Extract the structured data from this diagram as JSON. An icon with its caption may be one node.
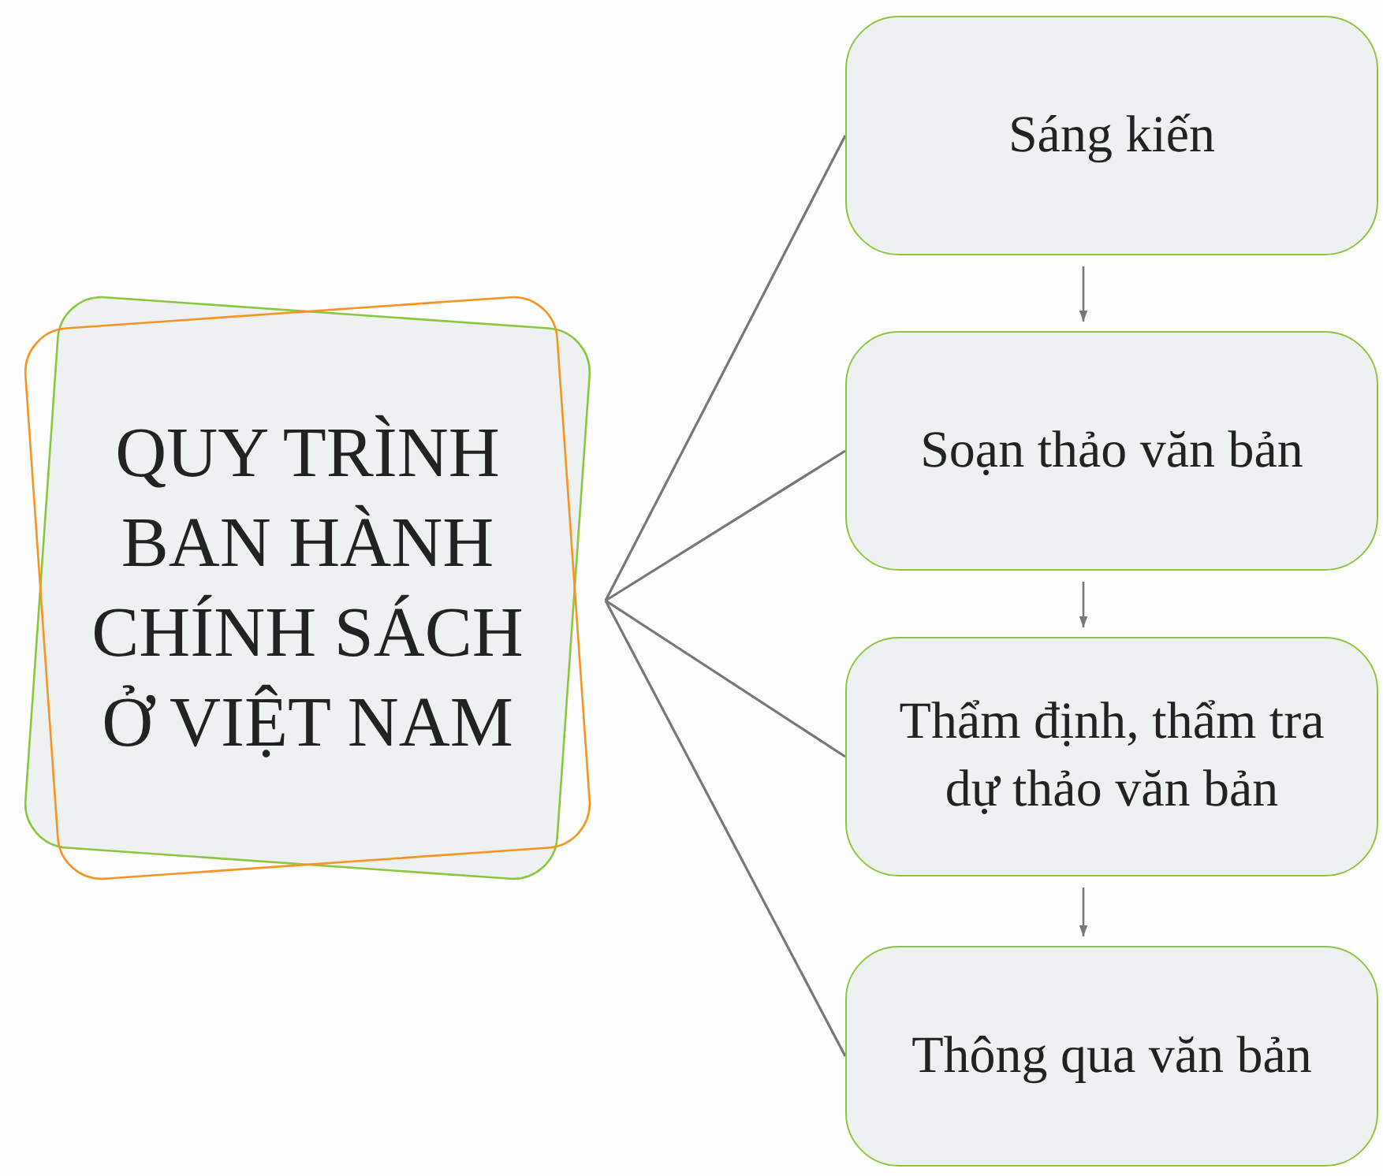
{
  "diagram": {
    "nodes": [
      {
        "text": [
          "QUY TRÌNH BAN HÀNH CHÍNH SÁCH Ở VIỆT NAM"
        ]
      },
      {
        "text": [
          "Sáng kiến"
        ]
      },
      {
        "text": [
          "Soạn thảo văn bản"
        ]
      },
      {
        "text": [
          "Thẩm định, thẩm tra dự thảo văn bản"
        ]
      },
      {
        "text": [
          "Thông qua văn bản"
        ]
      }
    ],
    "edges": [
      {
        "from": 0,
        "to": 1,
        "arrow": "none"
      },
      {
        "from": 0,
        "to": 2,
        "arrow": "none"
      },
      {
        "from": 0,
        "to": 3,
        "arrow": "none"
      },
      {
        "from": 0,
        "to": 4,
        "arrow": "none"
      },
      {
        "from": 1,
        "to": 2,
        "arrow": "to"
      },
      {
        "from": 2,
        "to": 3,
        "arrow": "to"
      },
      {
        "from": 3,
        "to": 4,
        "arrow": "to"
      }
    ]
  }
}
